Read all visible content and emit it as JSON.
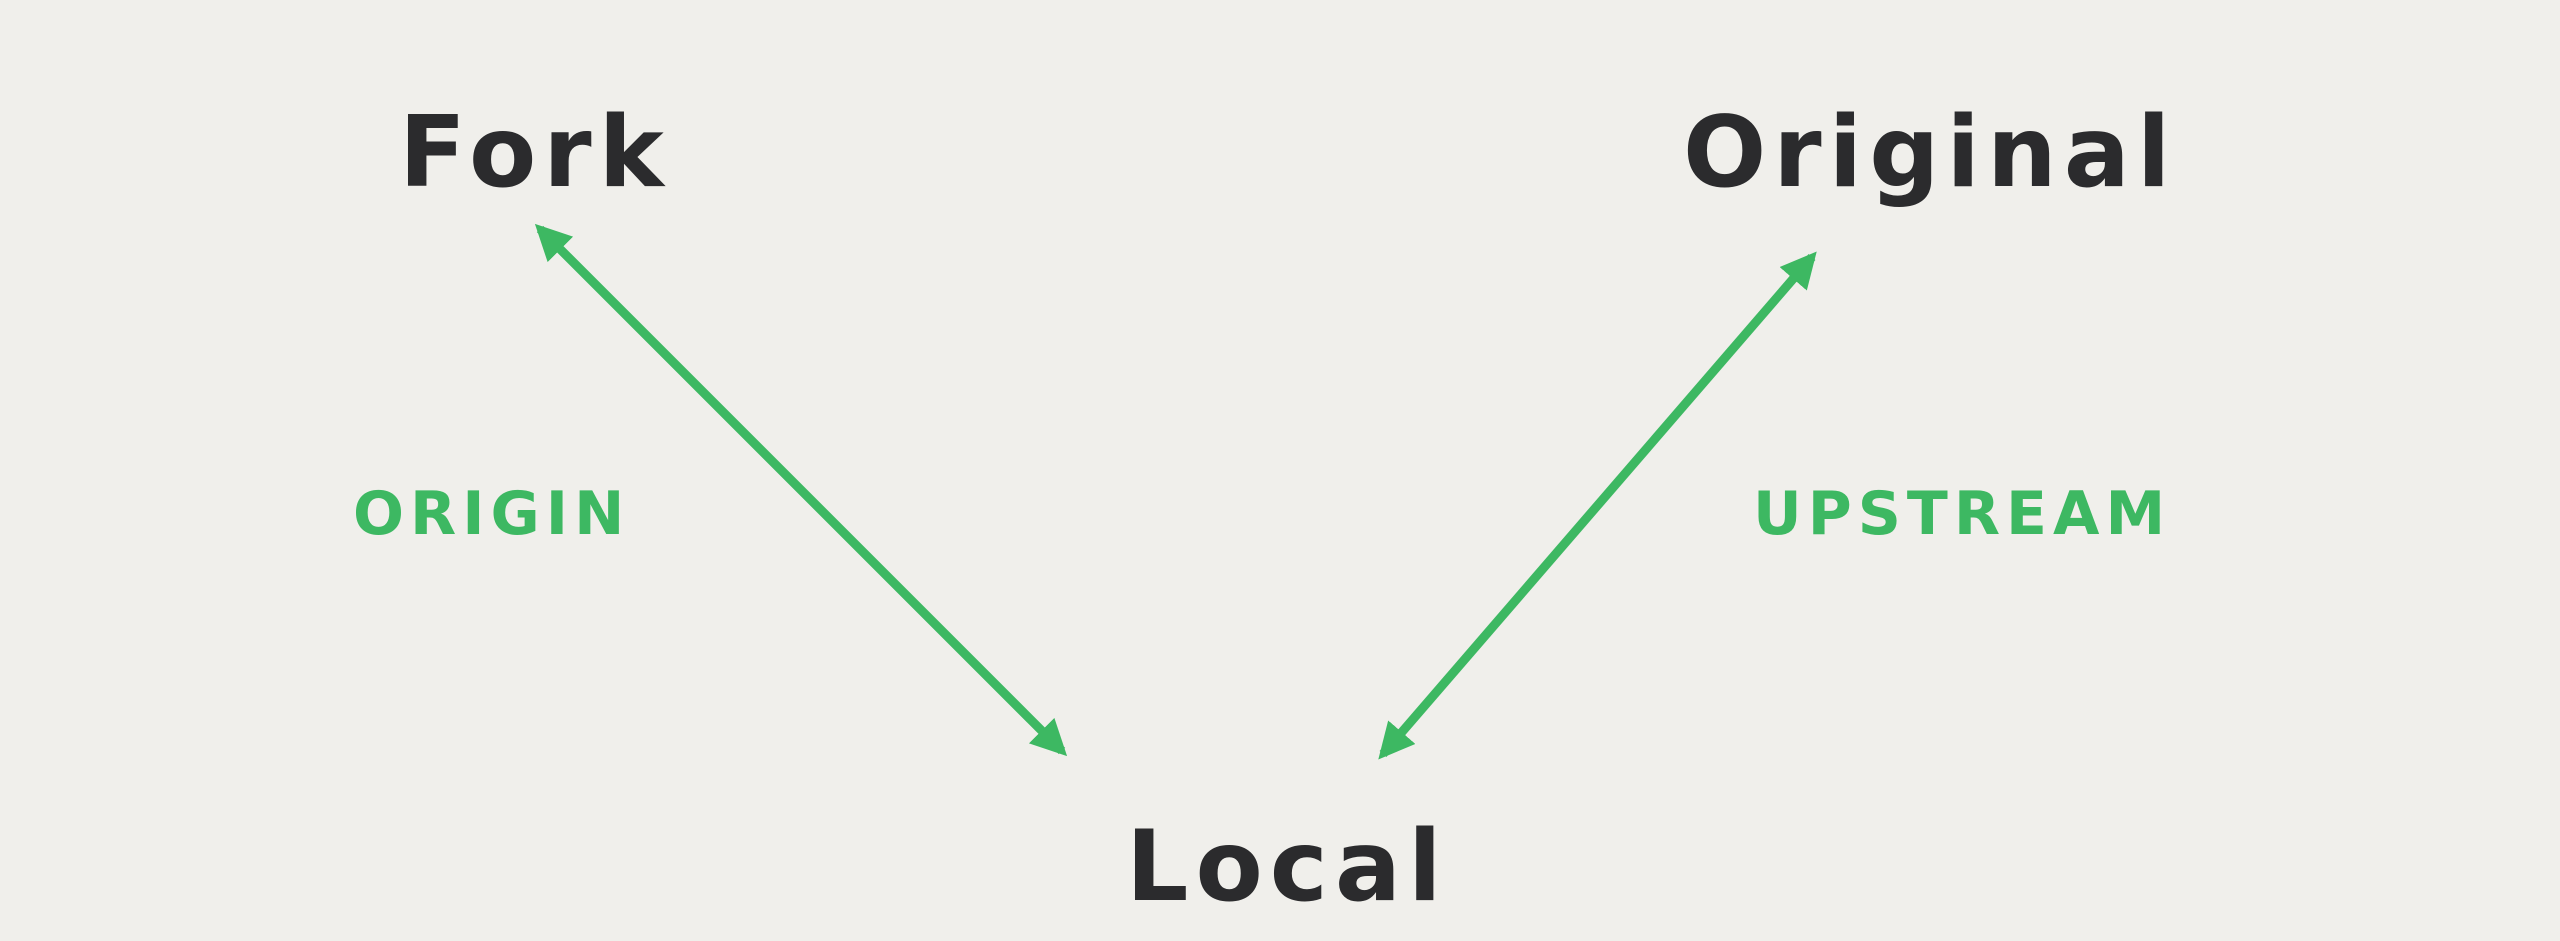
{
  "nodes": {
    "fork": "Fork",
    "original": "Original",
    "local": "Local"
  },
  "edges": {
    "origin_label": "ORIGIN",
    "upstream_label": "UPSTREAM"
  },
  "colors": {
    "background": "#f0efeb",
    "text": "#2b2b2d",
    "accent": "#3db862"
  }
}
